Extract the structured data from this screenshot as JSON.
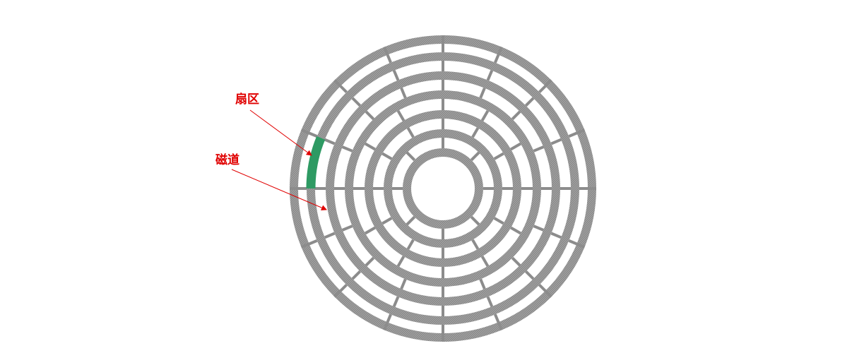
{
  "labels": {
    "sector": "扇区",
    "track": "磁道"
  },
  "colors": {
    "track": "#8c8c8c",
    "track_texture": "#a8a8a8",
    "divider": "#8c8c8c",
    "background": "#ffffff",
    "highlight_sector": "#2e9a63",
    "annotation": "#e00000"
  },
  "disk": {
    "track_count": 7,
    "divisions_per_track": [
      8,
      8,
      12,
      12,
      16,
      16,
      16
    ],
    "highlighted_track_index": 6,
    "highlighted_sector_index": 10
  }
}
